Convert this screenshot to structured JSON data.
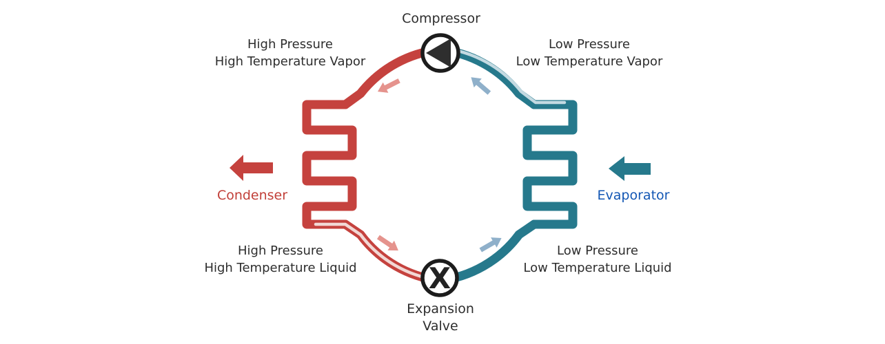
{
  "diagram": {
    "type": "refrigeration-cycle",
    "components": {
      "compressor": {
        "label": "Compressor"
      },
      "condenser": {
        "label": "Condenser"
      },
      "evaporator": {
        "label": "Evaporator"
      },
      "expansion_valve": {
        "line1": "Expansion",
        "line2": "Valve"
      }
    },
    "states": {
      "high_pressure_vapor": {
        "line1": "High Pressure",
        "line2": "High Temperature Vapor"
      },
      "low_pressure_vapor": {
        "line1": "Low Pressure",
        "line2": "Low Temperature Vapor"
      },
      "high_pressure_liquid": {
        "line1": "High Pressure",
        "line2": "High Temperature Liquid"
      },
      "low_pressure_liquid": {
        "line1": "Low Pressure",
        "line2": "Low Temperature Liquid"
      }
    },
    "icons": {
      "compressor_glyph": "left-triangle-in-circle",
      "expansion_valve_glyph": "X"
    },
    "colors": {
      "high_side": "#c5423e",
      "low_side": "#26798c",
      "high_flow_arrow": "#e5938d",
      "low_flow_arrow": "#8fb0ca",
      "high_stripe": "#f2d8d5",
      "low_stripe": "#c3dae2",
      "condenser_label": "#c13f38",
      "evaporator_label": "#1256b4",
      "text": "#2d2d2d",
      "component_outline": "#1c1c1c",
      "background": "#ffffff"
    }
  }
}
